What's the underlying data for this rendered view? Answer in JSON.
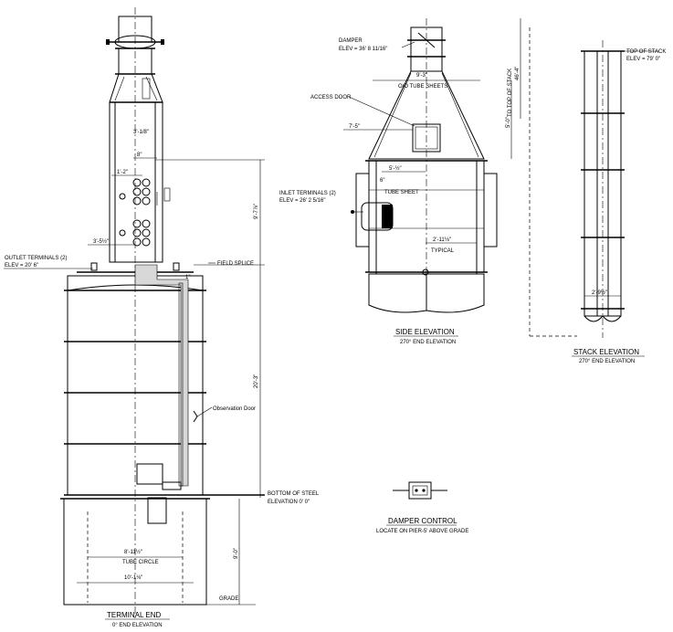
{
  "terminal_end": {
    "title": "TERMINAL END",
    "subtitle": "0° END ELEVATION",
    "dim_width_top": "3'-1/8\"",
    "dim_8": "8\"",
    "dim_1_2": "1'-2\"",
    "dim_3_5": "3'-5½\"",
    "outlet_terminals": "OUTLET TERMINALS (2)",
    "outlet_elev": "ELEV = 20' 6\"",
    "field_splice": "FIELD SPLICE",
    "dim_1": "1\"",
    "dim_9_7": "9'-7⅞\"",
    "dim_20_3": "20'-3\"",
    "observation_door": "Observation Door",
    "bottom_of_steel": "BOTTOM OF STEEL",
    "elevation_0": "ELEVATION 0' 0\"",
    "dim_9_0": "9'-0\"",
    "dim_tube_circle": "8'-11½\"",
    "tube_circle_label": "TUBE CIRCLE",
    "dim_10": "10'-1⅛\"",
    "grade": "GRADE"
  },
  "side_elevation": {
    "title": "SIDE ELEVATION",
    "subtitle": "270° END ELEVATION",
    "damper": "DAMPER",
    "damper_elev": "ELEV = 36' 8 11/16\"",
    "dim_9_3": "9'-3\"",
    "od_tube_sheets": "O/O TUBE SHEETS",
    "access_door": "ACCESS DOOR",
    "dim_7_5": "7'-5\"",
    "dim_5_0": "5'-0\"",
    "dim_46_4": "46'-4\"",
    "to_top_of_stack": "TO TOP OF STACK",
    "dim_5_half": "5'-½\"",
    "dim_6": "6\"",
    "tube_sheet": "TUBE SHEET",
    "inlet_terminals": "INLET TERMINALS (2)",
    "inlet_elev": "ELEV = 26' 2 5/16\"",
    "dim_2_11": "2'-11⅛\"",
    "typical": "TYPICAL"
  },
  "stack_elevation": {
    "title": "STACK ELEVATION",
    "subtitle": "270° END ELEVATION",
    "top_of_stack": "TOP OF STACK",
    "top_elev": "ELEV = 79' 0\"",
    "dim_2_9": "2'-9½\""
  },
  "damper_control": {
    "title": "DAMPER CONTROL",
    "subtitle": "LOCATE ON PIER-5' ABOVE GRADE"
  }
}
